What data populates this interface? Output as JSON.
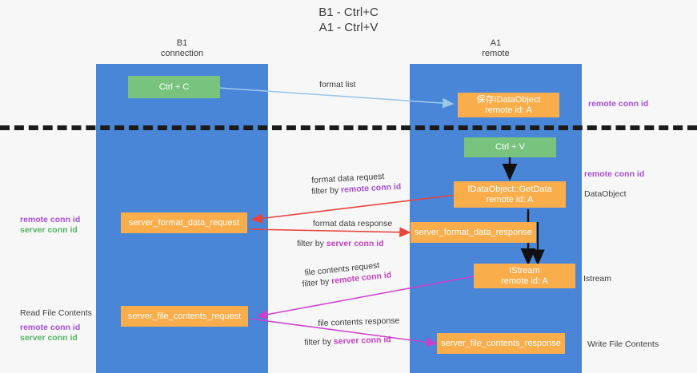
{
  "title": {
    "line1": "B1 - Ctrl+C",
    "line2": "A1 - Ctrl+V"
  },
  "columns": [
    {
      "id": "b1",
      "name": "B1",
      "role": "connection"
    },
    {
      "id": "a1",
      "name": "A1",
      "role": "remote"
    }
  ],
  "boxes": {
    "ctrl_c": {
      "line1": "Ctrl + C",
      "color": "#78c47e"
    },
    "save_idataobject": {
      "line1": "保存IDataObject",
      "line2": "remote id: A",
      "color": "#f9ad4b"
    },
    "ctrl_v": {
      "line1": "Ctrl + V",
      "color": "#78c47e"
    },
    "getdata": {
      "line1": "IDataObject::GetData",
      "line2": "remote id: A",
      "color": "#f9ad4b"
    },
    "server_format_data_request": {
      "line1": "server_format_data_request",
      "color": "#f9ad4b"
    },
    "server_format_data_response": {
      "line1": "server_format_data_response",
      "color": "#f9ad4b"
    },
    "istream": {
      "line1": "IStream",
      "line2": "remote id: A",
      "color": "#f9ad4b"
    },
    "server_file_contents_request": {
      "line1": "server_file_contents_request",
      "color": "#f9ad4b"
    },
    "server_file_contents_response": {
      "line1": "server_file_contents_response",
      "color": "#f9ad4b"
    }
  },
  "arrow_labels": {
    "format_list": "format list",
    "format_data_request": "format data request",
    "format_data_request_filter_prefix": "filter by ",
    "format_data_request_filter_key": "remote conn id",
    "format_data_response": "format data response",
    "format_data_response_filter_prefix": "filter by ",
    "format_data_response_filter_key": "server conn id",
    "file_contents_request": "file contents request",
    "file_contents_request_filter_prefix": "filter by ",
    "file_contents_request_filter_key": "remote conn id",
    "file_contents_response": "file contents response",
    "file_contents_response_filter_prefix": "filter by ",
    "file_contents_response_filter_key": "server conn id"
  },
  "side_labels": {
    "right_top_remote_conn_id": "remote conn id",
    "right_mid_remote_conn_id": "remote conn id",
    "right_dataobject": "DataObject",
    "right_istream": "Istream",
    "right_write_file_contents": "Write File Contents",
    "left_mid_remote_conn_id": "remote conn id",
    "left_mid_server_conn_id": "server conn id",
    "left_read_file_contents": "Read File Contents",
    "left_bottom_remote_conn_id": "remote conn id",
    "left_bottom_server_conn_id": "server conn id"
  },
  "colors": {
    "lane": "#4a86d8",
    "green_box": "#78c47e",
    "orange_box": "#f9ad4b",
    "arrow_light_blue": "#9bc8ea",
    "arrow_red": "#e8453c",
    "arrow_magenta": "#cc3fcb",
    "arrow_black": "#111111",
    "purple_text": "#a34fd4",
    "green_text": "#53b264",
    "background": "#f7f7f7"
  }
}
